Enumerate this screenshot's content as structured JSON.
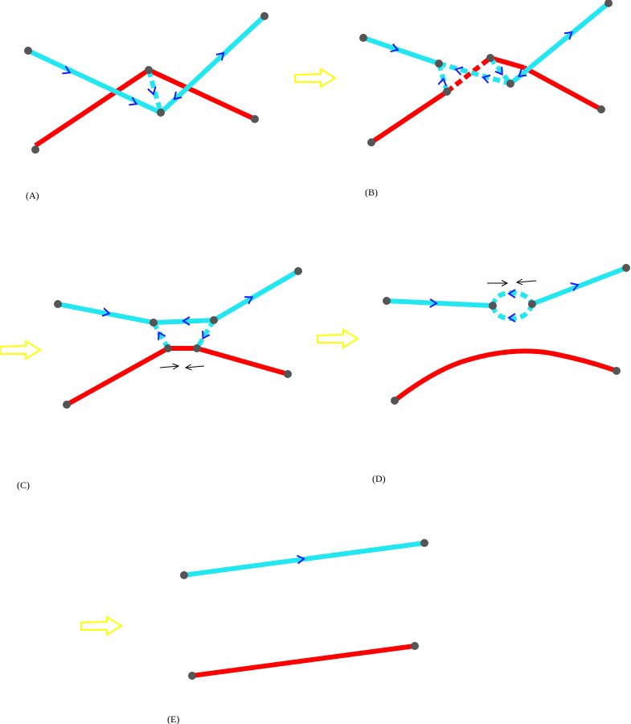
{
  "colors": {
    "cyan_curve": "#22e6f0",
    "red_curve": "#ff0000",
    "node": "#555555",
    "direction_marker": "#1a1aff",
    "transition_arrow": "#ffff00",
    "black_arrow": "#000000"
  },
  "panels": [
    {
      "id": "A",
      "label": "(A)"
    },
    {
      "id": "B",
      "label": "(B)"
    },
    {
      "id": "C",
      "label": "(C)"
    },
    {
      "id": "D",
      "label": "(D)"
    },
    {
      "id": "E",
      "label": "(E)"
    }
  ]
}
